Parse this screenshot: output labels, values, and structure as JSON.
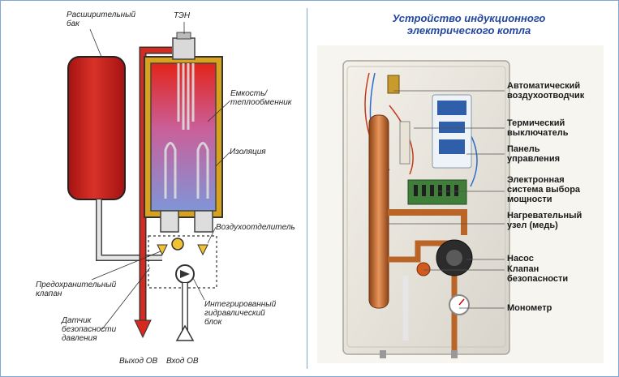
{
  "left_diagram": {
    "labels": {
      "expansion_tank": "Расширительный\nбак",
      "heating_element": "ТЭН",
      "tank_exchanger": "Емкость/\nтеплообменник",
      "insulation": "Изоляция",
      "air_separator": "Воздухоотделитель",
      "safety_valve": "Предохранительный\nклапан",
      "pressure_sensor": "Датчик\nбезопасности\nдавления",
      "hydraulic_block": "Интегрированный\nгидравлический\nблок",
      "outlet": "Выход ОВ",
      "inlet": "Вход ОВ"
    }
  },
  "right_diagram": {
    "title": "Устройство индукционного\nэлектрического котла",
    "labels": {
      "auto_air_vent": "Автоматический\nвоздухоотводчик",
      "thermal_switch": "Термический\nвыключатель",
      "control_panel": "Панель\nуправления",
      "power_selection": "Электронная\nсистема выбора\nмощности",
      "heating_unit": "Нагревательный\nузел (медь)",
      "pump": "Насос",
      "safety_valve": "Клапан\nбезопасности",
      "manometer": "Монометр"
    }
  },
  "colors": {
    "border": "#7fa7d6",
    "title": "#2246a0",
    "tank_red": "#c21f1f",
    "pipe_red": "#d42a1f",
    "insulation": "#d8a21c",
    "copper": "#c46a2a"
  }
}
